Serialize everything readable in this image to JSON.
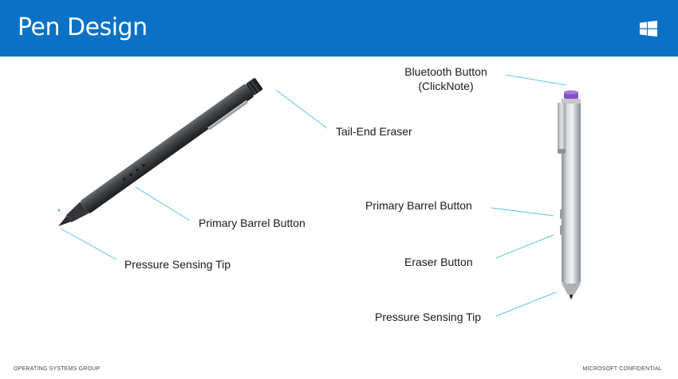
{
  "header": {
    "title": "Pen Design",
    "brand_color": "#0a71c6",
    "logo_icon": "windows-logo-icon"
  },
  "pen_left": {
    "labels": {
      "tail_end_eraser": "Tail-End Eraser",
      "primary_barrel_button": "Primary Barrel Button",
      "pressure_sensing_tip": "Pressure Sensing Tip"
    }
  },
  "pen_right": {
    "labels": {
      "bluetooth_button_line1": "Bluetooth Button",
      "bluetooth_button_line2": "(ClickNote)",
      "primary_barrel_button": "Primary Barrel Button",
      "eraser_button": "Eraser Button",
      "pressure_sensing_tip": "Pressure Sensing Tip"
    },
    "accent_color": "#8a4fc7"
  },
  "callout_line_color": "#5ec3e8",
  "footer": {
    "left": "OPERATING SYSTEMS GROUP",
    "right": "MICROSOFT CONFIDENTIAL"
  }
}
